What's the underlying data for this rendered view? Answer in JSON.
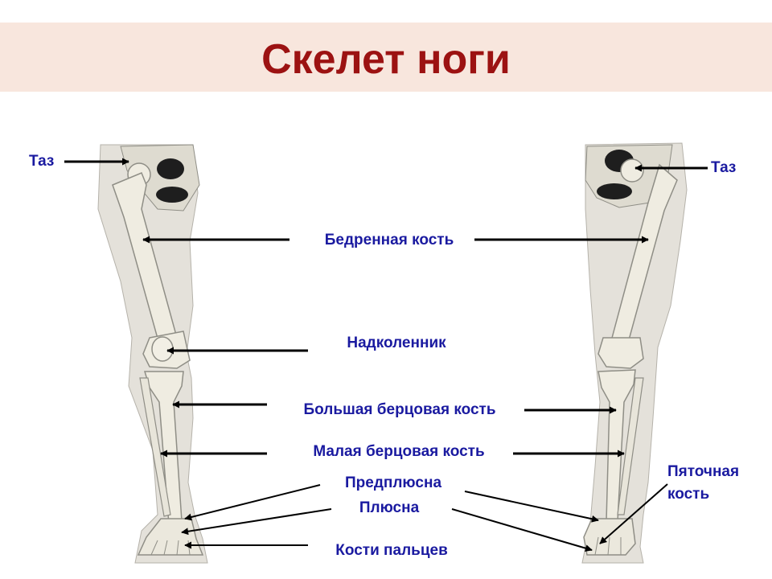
{
  "title": "Скелет ноги",
  "labels": {
    "taz_left": "Таз",
    "taz_right": "Таз",
    "femur": "Бедренная кость",
    "patella": "Надколенник",
    "tibia": "Большая берцовая кость",
    "fibula": "Малая берцовая кость",
    "tarsus": "Предплюсна",
    "metatarsus": "Плюсна",
    "phalanges": "Кости пальцев",
    "calcaneus_line1": "Пяточная",
    "calcaneus_line2": "кость"
  },
  "colors": {
    "title": "#9c1212",
    "labels": "#1a1aa0",
    "title_band": "#f8e6dd",
    "bone": "#efece1",
    "bone_outline": "#8f8e86",
    "leg_silhouette": "#e4e1da",
    "pelvis_shadow": "#1e1e1e",
    "arrow": "#000000"
  }
}
